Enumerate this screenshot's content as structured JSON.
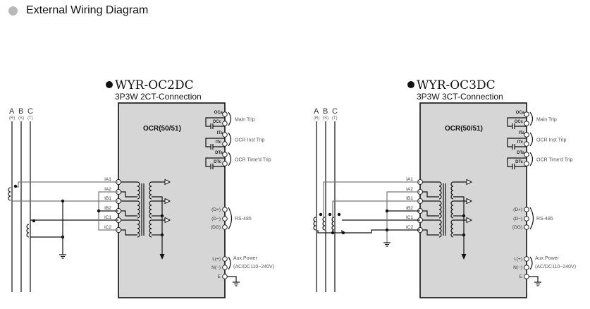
{
  "header": {
    "title": "External Wiring Diagram",
    "bullet_color": "#b8b8b8"
  },
  "diagrams": [
    {
      "model": "WYR-OC2DC",
      "connection": "3P3W 2CT-Connection",
      "relay_label": "OCR(50/51)",
      "phases": [
        {
          "name": "A",
          "alias": "(R)"
        },
        {
          "name": "B",
          "alias": "(S)"
        },
        {
          "name": "C",
          "alias": "(T)"
        }
      ],
      "ct_terminals": [
        "IA1",
        "IA2",
        "IB1",
        "IB2",
        "IC1",
        "IC2"
      ],
      "contacts": [
        {
          "top": "OCa",
          "bottom": "OCc",
          "label": "Main Trip"
        },
        {
          "top": "ITa",
          "bottom": "ITc",
          "label": "OCR Inst Trip"
        },
        {
          "top": "DTa",
          "bottom": "DTc",
          "label": "OCR Time'd Trip"
        }
      ],
      "comm_terminals": [
        "(D+)",
        "(D−)",
        "(DG)"
      ],
      "comm_label": "RS-485",
      "power_terminals": [
        "L(+)",
        "N(−)",
        "E"
      ],
      "power_label": "Aux.Power",
      "power_spec": "(AC/DC110~240V)"
    },
    {
      "model": "WYR-OC3DC",
      "connection": "3P3W 3CT-Connection",
      "relay_label": "OCR(50/51)",
      "phases": [
        {
          "name": "A",
          "alias": "(R)"
        },
        {
          "name": "B",
          "alias": "(S)"
        },
        {
          "name": "C",
          "alias": "(T)"
        }
      ],
      "ct_terminals": [
        "IA1",
        "IA2",
        "IB1",
        "IB2",
        "IC1",
        "IC2"
      ],
      "contacts": [
        {
          "top": "OCa",
          "bottom": "OCc",
          "label": "Main Trip"
        },
        {
          "top": "ITa",
          "bottom": "ITc",
          "label": "OCR Inst Trip"
        },
        {
          "top": "DTa",
          "bottom": "DTc",
          "label": "OCR Time'd Trip"
        }
      ],
      "comm_terminals": [
        "(D+)",
        "(D−)",
        "(DG)"
      ],
      "comm_label": "RS-485",
      "power_terminals": [
        "L(+)",
        "N(−)",
        "E"
      ],
      "power_label": "Aux.Power",
      "power_spec": "(AC/DC110~240V)"
    }
  ]
}
